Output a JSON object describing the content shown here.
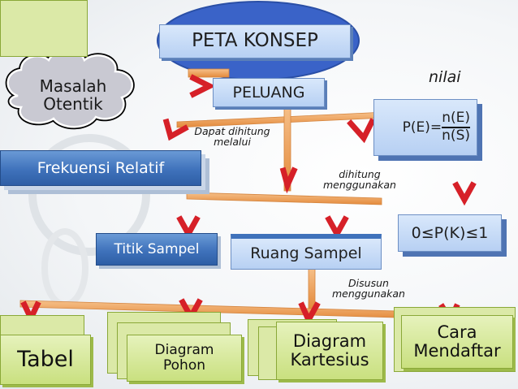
{
  "title": "PETA KONSEP",
  "nodes": {
    "masalah_otentik": [
      "Masalah",
      "Otentik"
    ],
    "peluang": "PELUANG",
    "frekuensi_relatif": "Frekuensi Relatif",
    "formula": {
      "lhs": "P(E)=",
      "numerator": "n(E)",
      "denominator": "n(S)"
    },
    "range": "0≤P(K)≤1",
    "titik_sampel": "Titik Sampel",
    "ruang_sampel": "Ruang Sampel",
    "tabel": "Tabel",
    "diagram_pohon": [
      "Diagram",
      "Pohon"
    ],
    "diagram_kartesius": [
      "Diagram",
      "Kartesius"
    ],
    "cara_mendaftar": [
      "Cara",
      "Mendaftar"
    ]
  },
  "labels": {
    "nilai": "nilai",
    "dapat_dihitung": [
      "Dapat dihitung",
      "melalui"
    ],
    "dihitung": [
      "dihitung",
      "menggunakan"
    ],
    "disusun": [
      "Disusun",
      "menggunakan"
    ]
  },
  "colors": {
    "connector": "#f0a862",
    "arrow": "#d62028",
    "ellipse": "#3a63c8"
  }
}
